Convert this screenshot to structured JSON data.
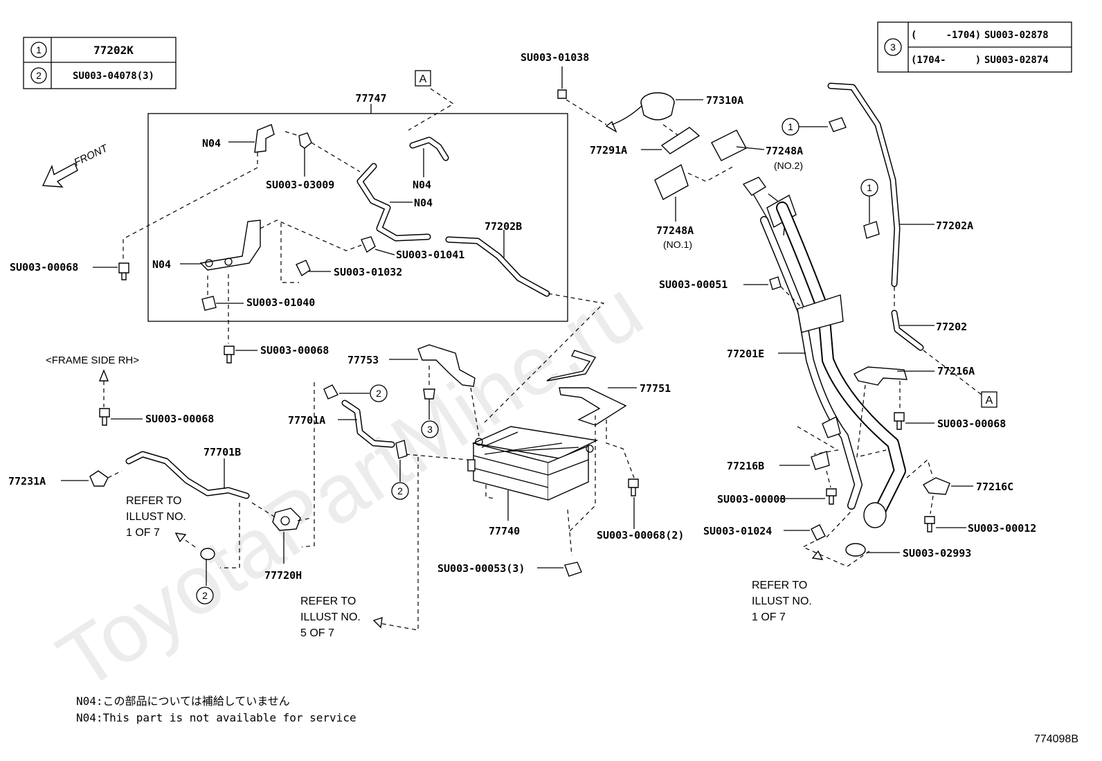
{
  "watermark": "ToyotaPartMine.ru",
  "legend_left": [
    {
      "num": "1",
      "code": "77202K"
    },
    {
      "num": "2",
      "code": "SU003-04078(3)"
    }
  ],
  "legend_right": {
    "num": "3",
    "rows": [
      {
        "range": "(     -1704)",
        "code": "SU003-02878"
      },
      {
        "range": "(1704-     )",
        "code": "SU003-02874"
      }
    ]
  },
  "front_label": "FRONT",
  "frame_side": "<FRAME SIDE RH>",
  "box_label": "A",
  "labels": {
    "p77747": "77747",
    "n04_a": "N04",
    "n04_b": "N04",
    "n04_c": "N04",
    "n04_d": "N04",
    "su03009": "SU003-03009",
    "su00068_a": "SU003-00068",
    "su00068_b": "SU003-00068",
    "su00068_c": "SU003-00068",
    "su00068_d": "SU003-00068",
    "su00068_2": "SU003-00068(2)",
    "su01041": "SU003-01041",
    "su01032": "SU003-01032",
    "su01040": "SU003-01040",
    "p77202b": "77202B",
    "su01038": "SU003-01038",
    "p77310a": "77310A",
    "p77291a": "77291A",
    "p77248a2": "77248A",
    "no2": "(NO.2)",
    "p77248a1": "77248A",
    "no1": "(NO.1)",
    "su00051": "SU003-00051",
    "p77202a": "77202A",
    "p77202": "77202",
    "p77201e": "77201E",
    "p77216a": "77216A",
    "p77216b": "77216B",
    "p77216c": "77216C",
    "su00008": "SU003-00008",
    "su01024": "SU003-01024",
    "su00012": "SU003-00012",
    "su02993": "SU003-02993",
    "p77753": "77753",
    "p77751": "77751",
    "p77701a": "77701A",
    "p77701b": "77701B",
    "p77231a": "77231A",
    "p77720h": "77720H",
    "p77740": "77740",
    "su00053": "SU003-00053(3)",
    "c1": "1",
    "c2": "2",
    "c3": "3"
  },
  "refer_1a": [
    "REFER TO",
    "ILLUST NO.",
    "1 OF 7"
  ],
  "refer_5": [
    "REFER TO",
    "ILLUST NO.",
    "5 OF 7"
  ],
  "refer_1b": [
    "REFER TO",
    "ILLUST NO.",
    "1 OF 7"
  ],
  "footnote_jp": "N04:この部品については補給していません",
  "footnote_en": "N04:This part is not available for service",
  "illust_id": "774098B"
}
